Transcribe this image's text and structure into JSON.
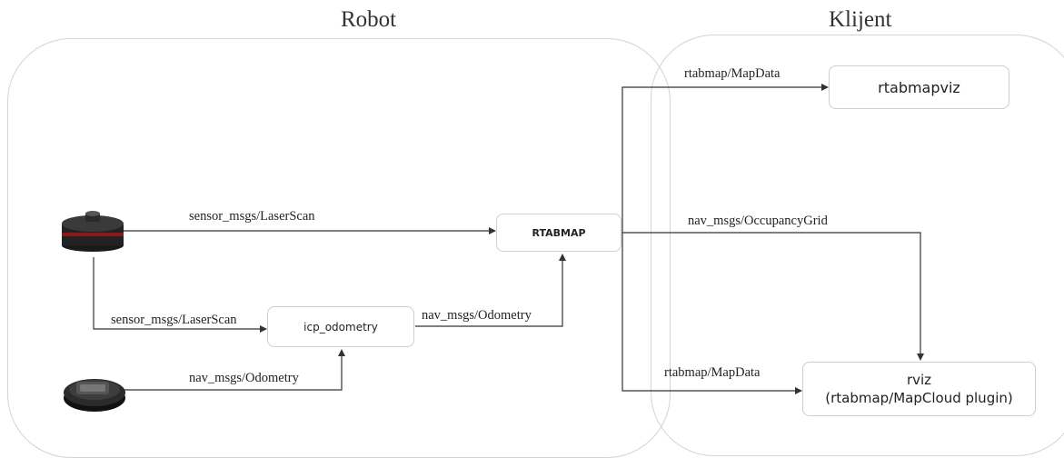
{
  "groups": {
    "robot": "Robot",
    "client": "Klijent"
  },
  "nodes": {
    "rtabmap": "RTABMAP",
    "icp_odometry": "icp_odometry",
    "rtabmapviz": "rtabmapviz",
    "rviz_line1": "rviz",
    "rviz_line2": "(rtabmap/MapCloud plugin)"
  },
  "devices": {
    "lidar": "lidar-sensor",
    "robot_base": "mobile-robot-base"
  },
  "edges": {
    "lidar_to_rtabmap": "sensor_msgs/LaserScan",
    "lidar_to_icp": "sensor_msgs/LaserScan",
    "base_to_icp": "nav_msgs/Odometry",
    "icp_to_rtabmap": "nav_msgs/Odometry",
    "rtabmap_to_viz": "rtabmap/MapData",
    "occupancy": "nav_msgs/OccupancyGrid",
    "rtabmap_to_rviz": "rtabmap/MapData"
  },
  "colors": {
    "border": "#d4d4d4",
    "arrow": "#333333"
  }
}
